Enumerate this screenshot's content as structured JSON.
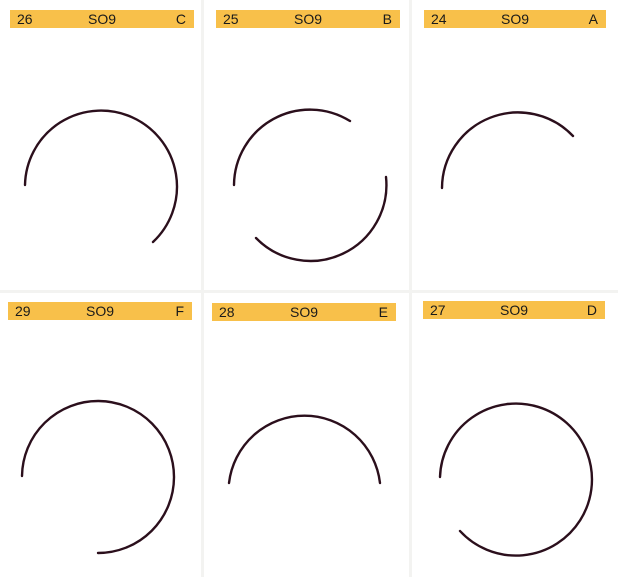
{
  "colors": {
    "header_bg": "#f8c04a",
    "arc_stroke": "#2b0f1c",
    "card_bg": "#ffffff"
  },
  "cards": [
    {
      "number": "26",
      "code": "SO9",
      "letter": "C"
    },
    {
      "number": "25",
      "code": "SO9",
      "letter": "B"
    },
    {
      "number": "24",
      "code": "SO9",
      "letter": "A"
    },
    {
      "number": "29",
      "code": "SO9",
      "letter": "F"
    },
    {
      "number": "28",
      "code": "SO9",
      "letter": "E"
    },
    {
      "number": "27",
      "code": "SO9",
      "letter": "D"
    }
  ]
}
